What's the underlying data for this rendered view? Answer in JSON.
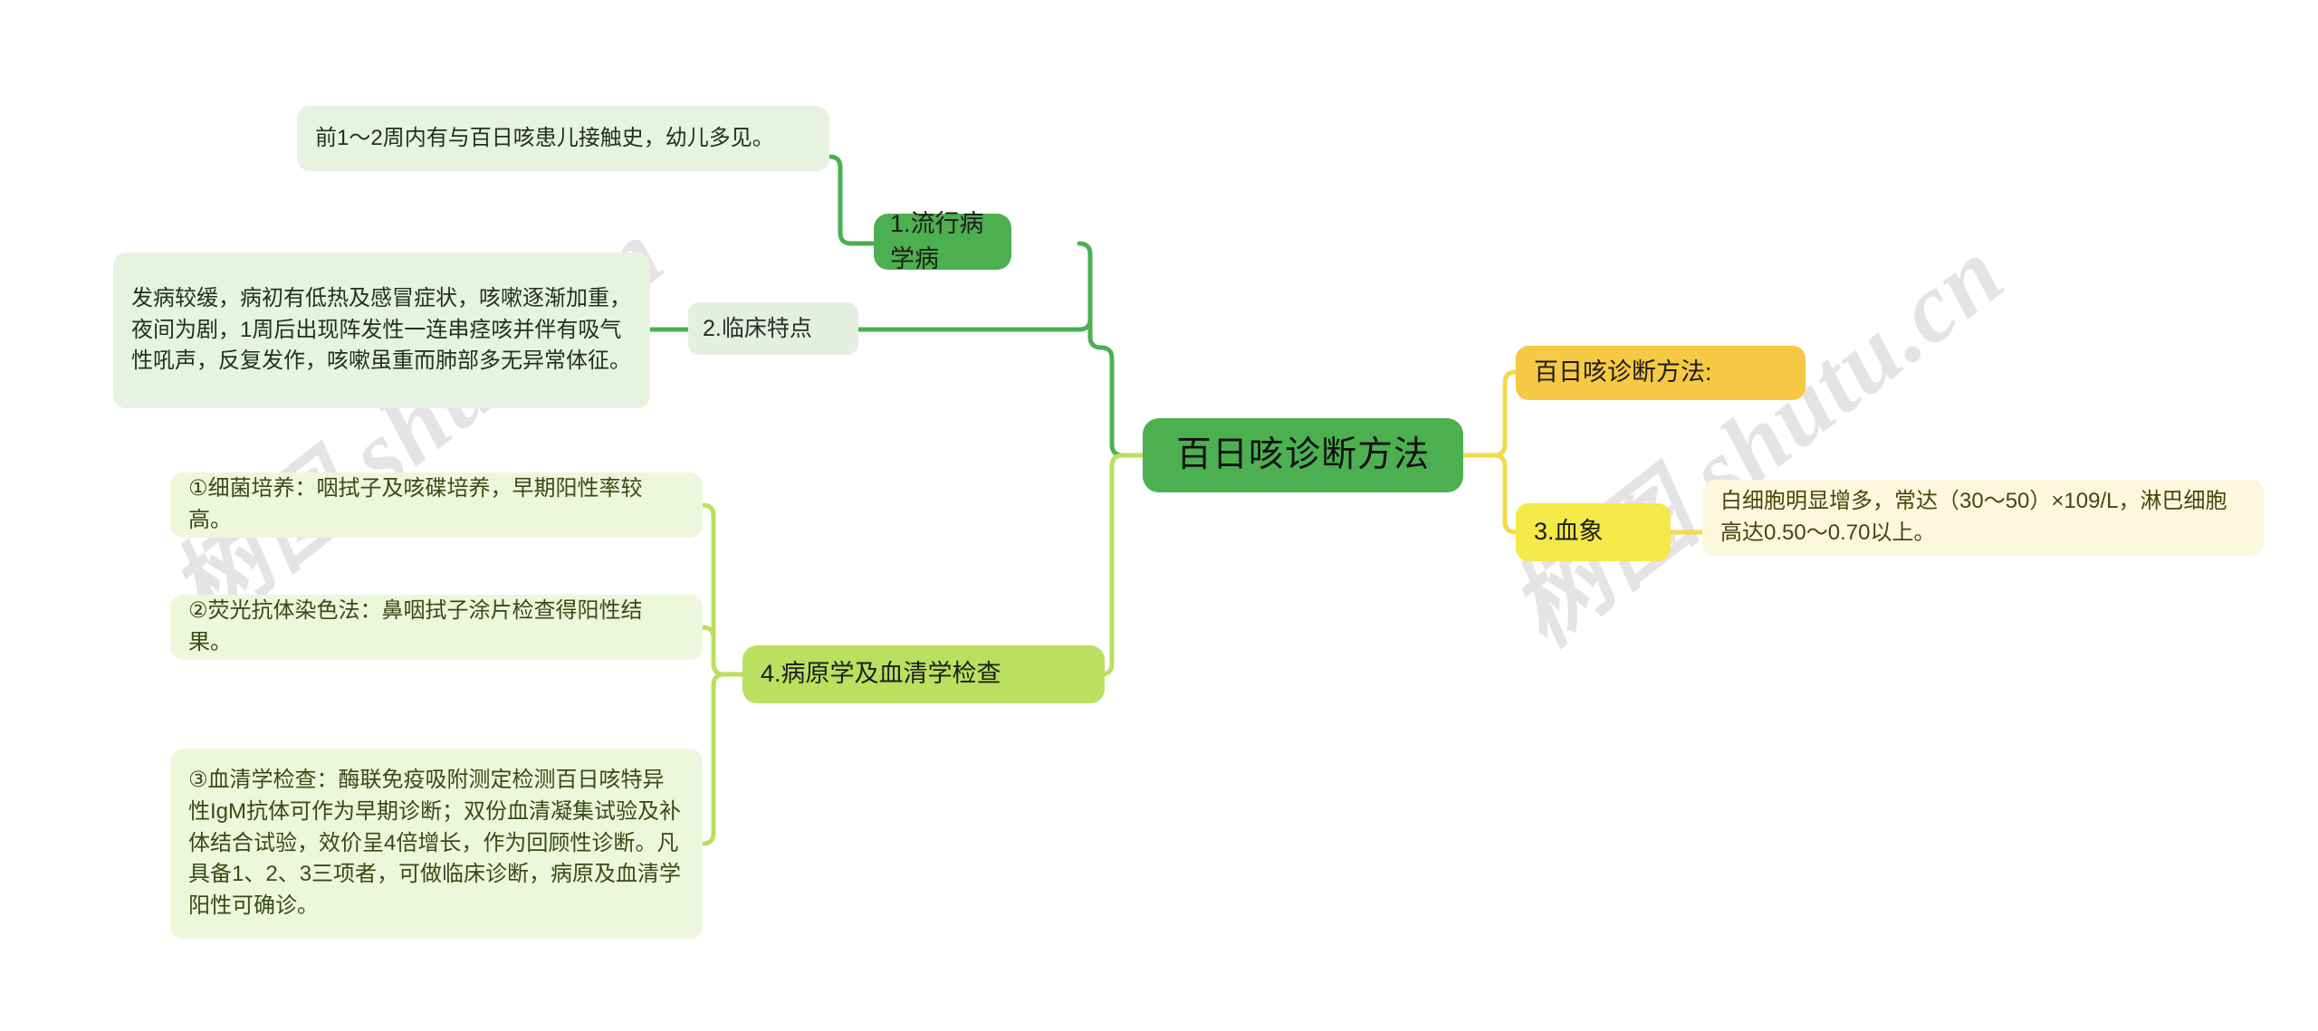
{
  "watermark": {
    "text": "树图 shutu.cn"
  },
  "mindmap": {
    "central": {
      "label": "百日咳诊断方法",
      "color": "#4caf50"
    },
    "branches": [
      {
        "id": "epidemiology",
        "label": "1.流行病学病",
        "color": "#4caf50",
        "children": [
          {
            "id": "contact-history",
            "label": "前1～2周内有与百日咳患儿接触史，幼儿多见。",
            "color": "#e8f2e1"
          }
        ]
      },
      {
        "id": "clinical-features",
        "label": "2.临床特点",
        "color": "#e4efe0",
        "children": [
          {
            "id": "clinical-detail",
            "label": "发病较缓，病初有低热及感冒症状，咳嗽逐渐加重，夜间为剧，1周后出现阵发性一连串痉咳并伴有吸气性吼声，反复发作，咳嗽虽重而肺部多无异常体征。",
            "color": "#e8f2e1"
          }
        ]
      },
      {
        "id": "pathogen-serology",
        "label": "4.病原学及血清学检查",
        "color": "#b9e05f",
        "children": [
          {
            "id": "bacterial-culture",
            "label": "①细菌培养：咽拭子及咳碟培养，早期阳性率较高。",
            "color": "#eef6dc"
          },
          {
            "id": "fluorescent-antibody",
            "label": "②荧光抗体染色法：鼻咽拭子涂片检查得阳性结果。",
            "color": "#eef6dc"
          },
          {
            "id": "serological-test",
            "label": "③血清学检查：酶联免疫吸附测定检测百日咳特异性IgM抗体可作为早期诊断；双份血清凝集试验及补体结合试验，效价呈4倍增长，作为回顾性诊断。凡具备1、2、3三项者，可做临床诊断，病原及血清学阳性可确诊。",
            "color": "#eef6dc"
          }
        ]
      },
      {
        "id": "diagnosis-method-title",
        "label": "百日咳诊断方法:",
        "color": "#f6c945",
        "children": []
      },
      {
        "id": "blood-picture",
        "label": "3.血象",
        "color": "#f4e948",
        "children": [
          {
            "id": "blood-detail",
            "label": "白细胞明显增多，常达（30～50）×109/L，淋巴细胞高达0.50～0.70以上。",
            "color": "#fbf8dd"
          }
        ]
      }
    ]
  },
  "colors": {
    "link_green": "#4caf50",
    "link_lime": "#b9e05f",
    "link_yellow": "#f4d94a",
    "background": "#ffffff"
  }
}
